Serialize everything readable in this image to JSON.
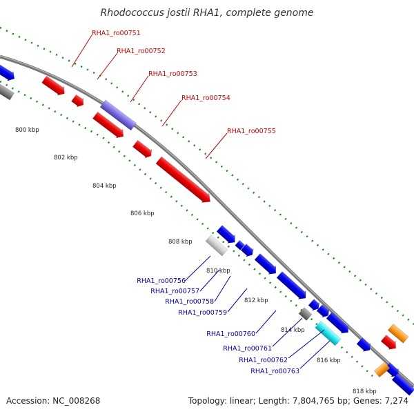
{
  "title": "Rhodococcus jostii RHA1, complete genome",
  "footer": {
    "accession": "Accession: NC_008268",
    "summary": "Topology: linear; Length: 7,804,765 bp; Genes: 7,274"
  },
  "axis": {
    "ticks": [
      "800 kbp",
      "802 kbp",
      "804 kbp",
      "806 kbp",
      "808 kbp",
      "810 kbp",
      "812 kbp",
      "814 kbp",
      "816 kbp",
      "818 kbp"
    ]
  },
  "colors": {
    "backbone": "#888888",
    "forward_genes": "#ee0000",
    "reverse_genes": "#0000ee",
    "forward_labels": "#cc0000",
    "reverse_labels": "#0000bb",
    "dotted_ring": "#1a8a1a",
    "purple_feature": "#7a6ee0",
    "gray_feature": "#808080",
    "light_gray_feature": "#cccccc",
    "cyan_feature": "#22e8ee",
    "orange_feature": "#ff9a1a"
  },
  "labels": {
    "forward": [
      "RHA1_ro00751",
      "RHA1_ro00752",
      "RHA1_ro00753",
      "RHA1_ro00754",
      "RHA1_ro00755"
    ],
    "reverse": [
      "RHA1_ro00756",
      "RHA1_ro00757",
      "RHA1_ro00758",
      "RHA1_ro00759",
      "RHA1_ro00760",
      "RHA1_ro00761",
      "RHA1_ro00762",
      "RHA1_ro00763"
    ]
  }
}
